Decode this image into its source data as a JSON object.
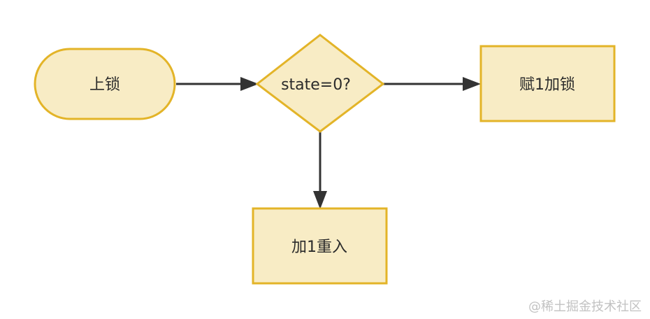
{
  "nodes": {
    "start": {
      "label": "上锁"
    },
    "decision": {
      "label": "state=0?"
    },
    "lock": {
      "label": "赋1加锁"
    },
    "reenter": {
      "label": "加1重入"
    }
  },
  "watermark": "@稀土掘金技术社区",
  "colors": {
    "node_fill": "#f8ecc5",
    "node_stroke": "#e3b428",
    "edge": "#333333"
  }
}
